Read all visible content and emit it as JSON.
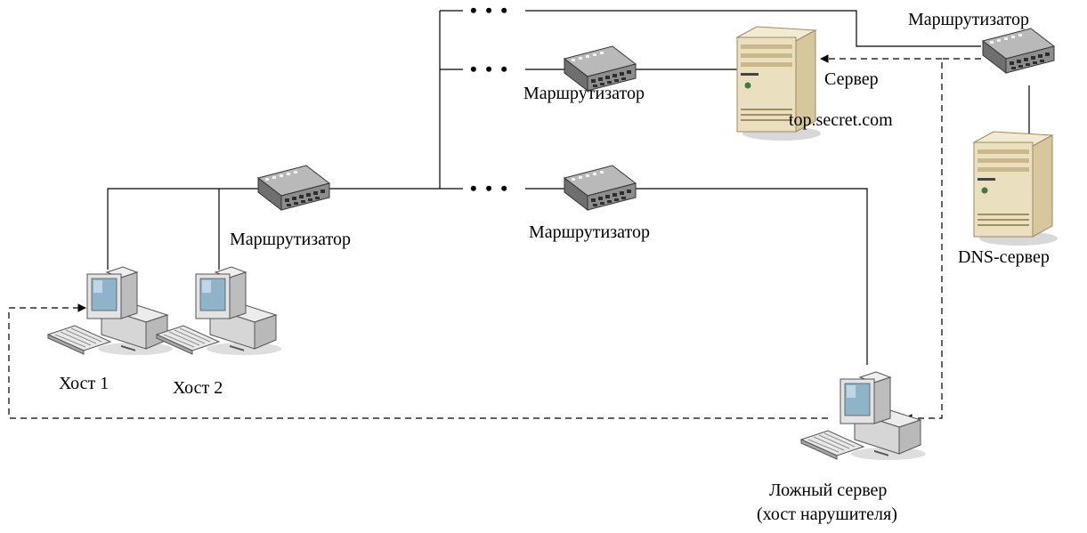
{
  "labels": {
    "router_top_right": "Маршрутизатор",
    "router_mid": "Маршрутизатор",
    "router_left": "Маршрутизатор",
    "router_bottom_mid": "Маршрутизатор",
    "server_label": "Сервер",
    "server_domain": "top.secret.com",
    "dns_server": "DNS-сервер",
    "host1": "Хост 1",
    "host2": "Хост 2",
    "fake_server_line1": "Ложный сервер",
    "fake_server_line2": "(хост нарушителя)",
    "dots": "• • •"
  },
  "icons": {
    "router": "router-icon",
    "server": "server-icon",
    "workstation": "workstation-icon"
  },
  "colors": {
    "line": "#000000",
    "router_body": "#8c8c8c",
    "server_body": "#e8dcc0",
    "workstation_body": "#d9d9d9",
    "screen": "#8fb3c9"
  }
}
